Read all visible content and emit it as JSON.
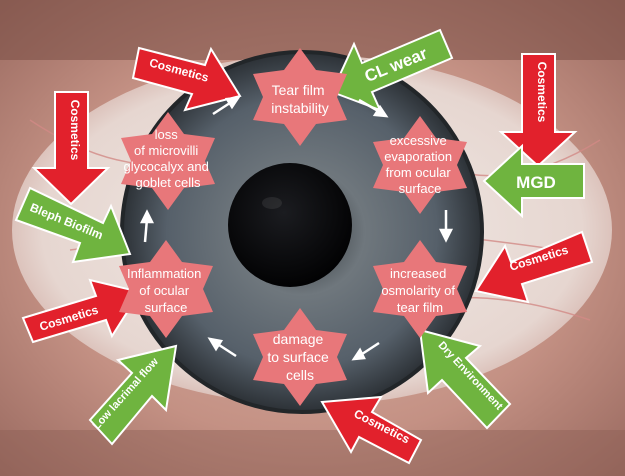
{
  "cycle_nodes": [
    {
      "lines": [
        "Tear film",
        "instability"
      ]
    },
    {
      "lines": [
        "excessive",
        "evaporation",
        "from ocular",
        "surface"
      ]
    },
    {
      "lines": [
        "increased",
        "osmolarity of",
        "tear film"
      ]
    },
    {
      "lines": [
        "damage",
        "to surface",
        "cells"
      ]
    },
    {
      "lines": [
        "Inflammation",
        "of ocular",
        "surface"
      ]
    },
    {
      "lines": [
        "loss",
        "of microvilli",
        "glycocalyx and",
        "goblet cells"
      ]
    }
  ],
  "risk_factors": {
    "cosmetics": "Cosmetics",
    "cl_wear": "CL wear",
    "mgd": "MGD",
    "bleph_biofilm": "Bleph Biofilm",
    "low_lacrimal_flow": "Low lacrimal flow",
    "dry_environment": "Dry Environment"
  },
  "colors": {
    "node_fill": "#e8777a",
    "red_arrow": "#e2212c",
    "green_arrow": "#6fb43f",
    "pupil": "#0a0a0c",
    "iris": "#5b636a",
    "sclera": "#e9e3df",
    "skin": "#c59a8c"
  }
}
